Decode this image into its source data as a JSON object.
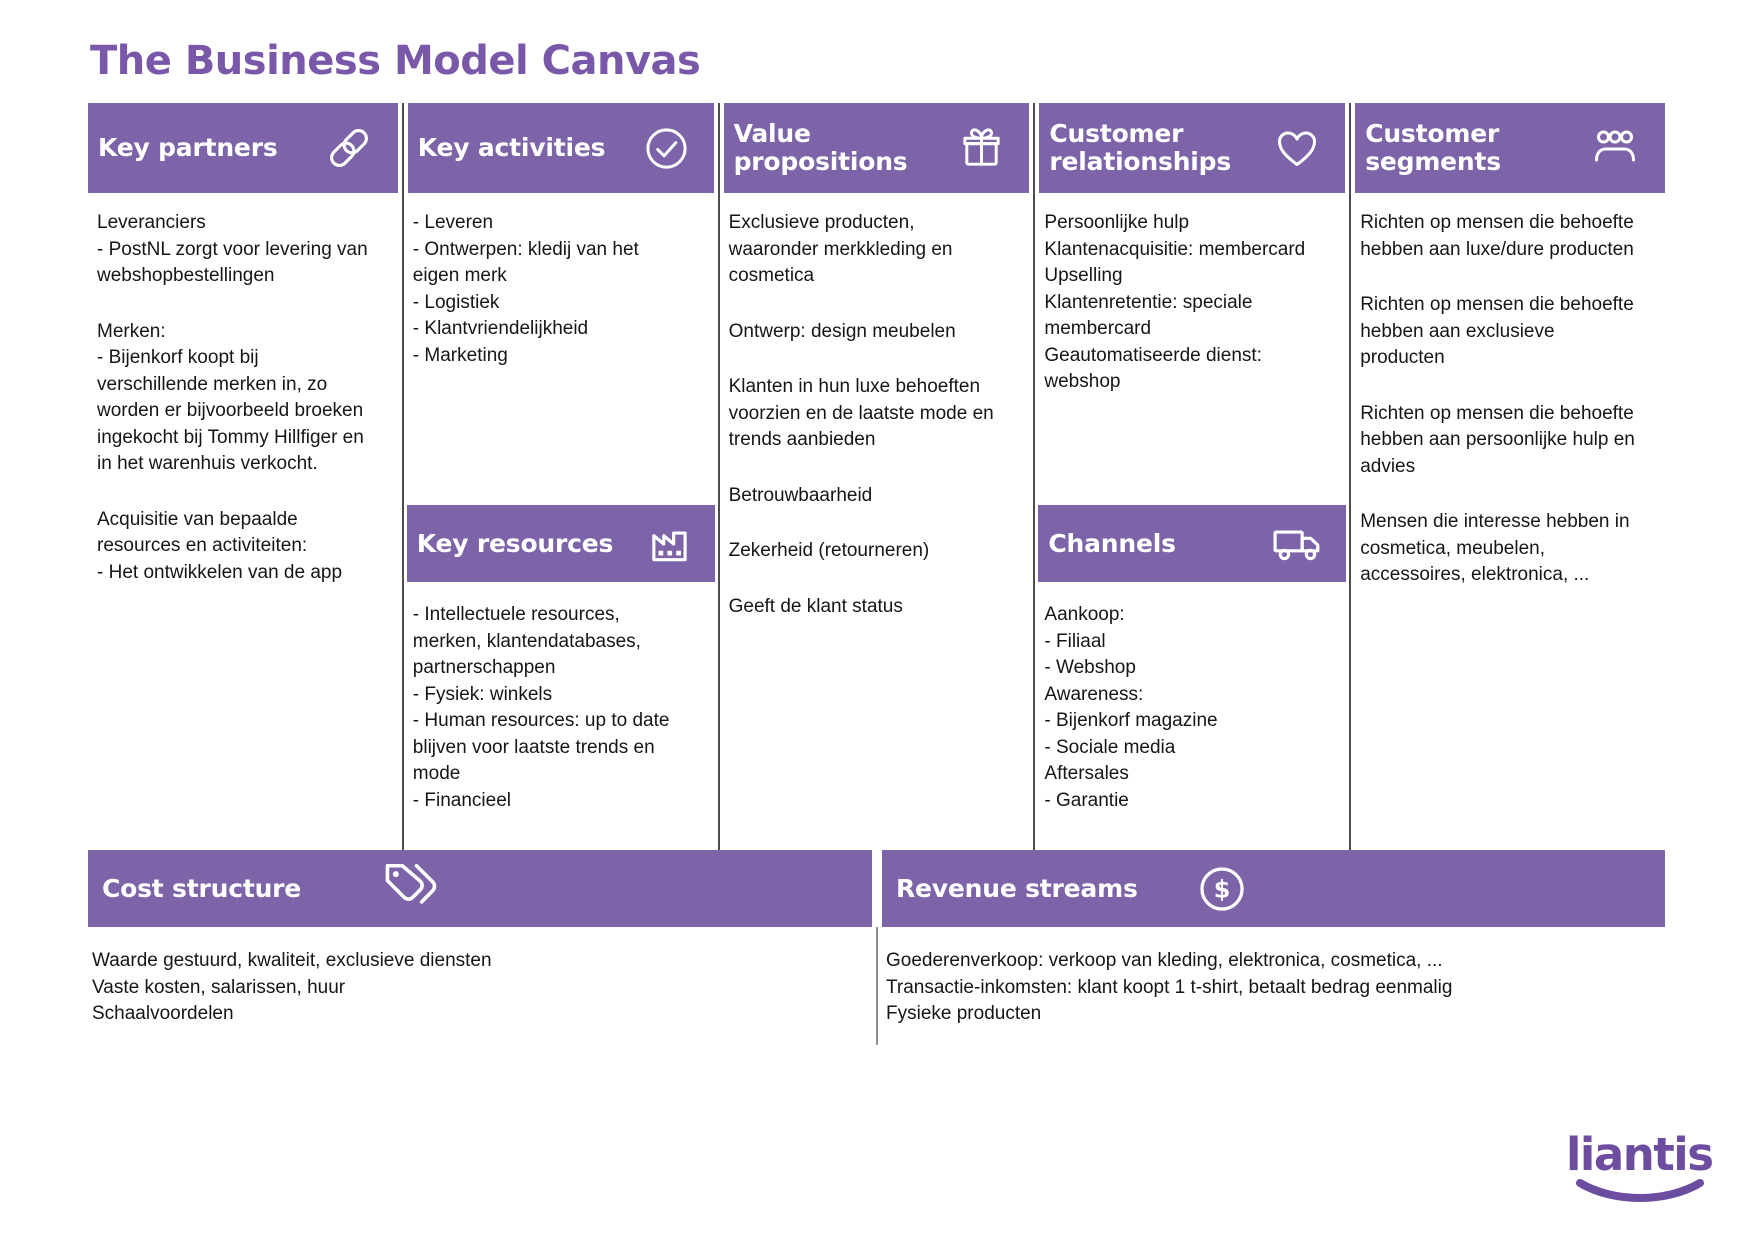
{
  "title": "The Business Model Canvas",
  "colors": {
    "header_bg": "#7d64a8",
    "title_purple": "#7a58a9",
    "logo_purple": "#6d4da0",
    "body_text": "#161616",
    "column_divider": "#4d4d4d"
  },
  "sections": {
    "key_partners": {
      "label": "Key partners",
      "icon": "link-icon",
      "paragraphs": [
        "Leveranciers\n- PostNL zorgt voor levering van\nwebshopbestellingen",
        "Merken:\n- Bijenkorf koopt bij\nverschillende merken in, zo\nworden er bijvoorbeeld broeken\ningekocht bij Tommy Hillfiger en\nin het warenhuis verkocht.",
        "Acquisitie van bepaalde\nresources en activiteiten:\n- Het ontwikkelen van de app"
      ]
    },
    "key_activities": {
      "label": "Key activities",
      "icon": "check-circle-icon",
      "paragraphs": [
        "- Leveren\n- Ontwerpen: kledij van het\neigen merk\n- Logistiek\n- Klantvriendelijkheid\n- Marketing"
      ]
    },
    "key_resources": {
      "label": "Key resources",
      "icon": "factory-icon",
      "paragraphs": [
        "- Intellectuele resources,\nmerken, klantendatabases,\npartnerschappen\n- Fysiek: winkels\n- Human resources: up to date\nblijven voor laatste trends en\nmode\n- Financieel"
      ]
    },
    "value_propositions": {
      "label": "Value\npropositions",
      "icon": "gift-icon",
      "paragraphs": [
        "Exclusieve producten,\nwaaronder merkkleding en\ncosmetica",
        "Ontwerp: design meubelen",
        "Klanten in hun luxe behoeften\nvoorzien en de laatste mode en\ntrends aanbieden",
        "Betrouwbaarheid",
        "Zekerheid (retourneren)",
        "Geeft de klant status"
      ]
    },
    "customer_relationships": {
      "label": "Customer\nrelationships",
      "icon": "heart-icon",
      "paragraphs": [
        "Persoonlijke hulp\nKlantenacquisitie: membercard\nUpselling\nKlantenretentie: speciale\nmembercard\nGeautomatiseerde dienst:\nwebshop"
      ]
    },
    "channels": {
      "label": "Channels",
      "icon": "truck-icon",
      "paragraphs": [
        "Aankoop:\n- Filiaal\n- Webshop\nAwareness:\n- Bijenkorf magazine\n- Sociale media\nAftersales\n- Garantie"
      ]
    },
    "customer_segments": {
      "label": "Customer\nsegments",
      "icon": "people-icon",
      "paragraphs": [
        "Richten op mensen die behoefte\nhebben aan luxe/dure producten",
        "Richten op mensen die behoefte\nhebben aan exclusieve\nproducten",
        "Richten op mensen die behoefte\nhebben aan persoonlijke hulp en\nadvies",
        "Mensen die interesse hebben in\ncosmetica, meubelen,\naccessoires, elektronica, ..."
      ]
    },
    "cost_structure": {
      "label": "Cost structure",
      "icon": "tags-icon",
      "paragraphs": [
        "Waarde gestuurd, kwaliteit, exclusieve diensten\nVaste kosten, salarissen, huur\nSchaalvoordelen"
      ]
    },
    "revenue_streams": {
      "label": "Revenue streams",
      "icon": "dollar-circle-icon",
      "paragraphs": [
        "Goederenverkoop: verkoop van kleding, elektronica, cosmetica, ...\nTransactie-inkomsten: klant koopt 1 t-shirt, betaalt bedrag eenmalig\nFysieke producten"
      ]
    }
  },
  "logo": {
    "text": "liantis"
  }
}
